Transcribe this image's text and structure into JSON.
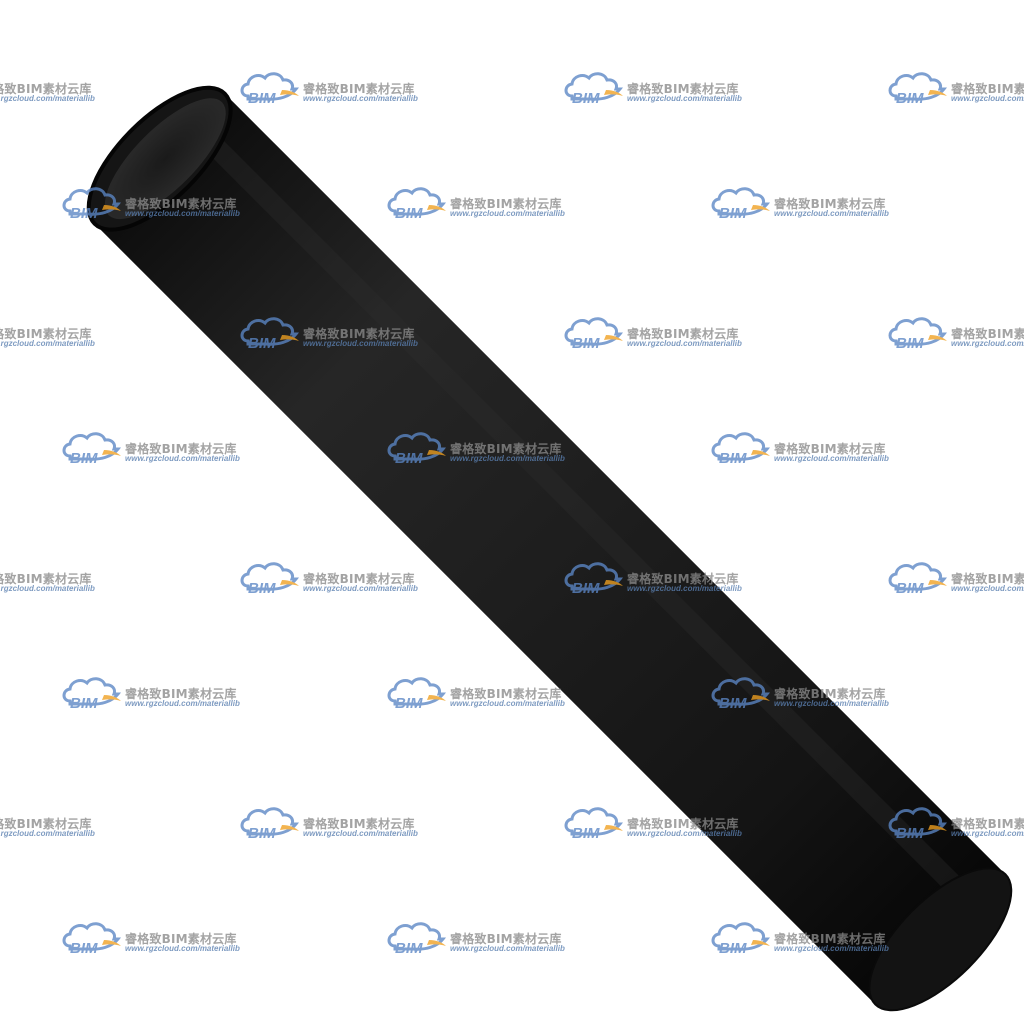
{
  "image": {
    "subject": "black-pipe-segment",
    "background_color": "#ffffff",
    "pipe_color": "#1c1c1c",
    "pipe_edge_color": "#0a0a0a",
    "pipe_highlight_color": "#3a3a3a"
  },
  "watermark": {
    "logo_text": "BIM",
    "brand_text": "睿格致BIM素材云库",
    "url_text": "www.rgzcloud.com/materiallib",
    "logo_blue": "#5b86c5",
    "logo_orange": "#f0a020",
    "text_gray": "#8a8a8a",
    "url_blue": "#5a7fb0"
  }
}
